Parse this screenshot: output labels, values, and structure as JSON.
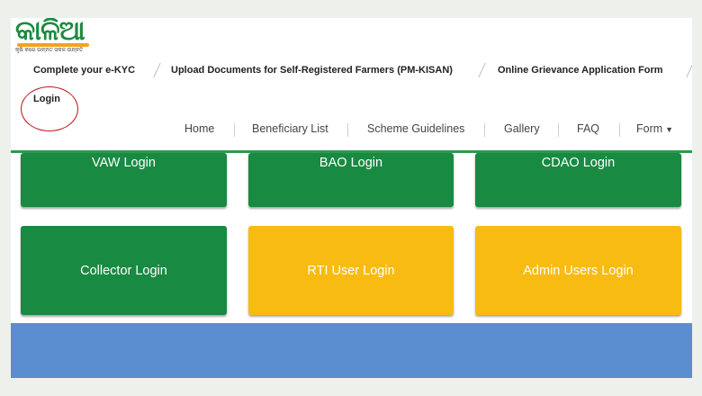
{
  "logo": {
    "text": "କାଳିଆ",
    "tagline": "କୃଷି କରେ ଉନ୍ନତ ସକଳ ଉନ୍ନତି"
  },
  "top_links": [
    "Complete your e-KYC",
    "Upload Documents for Self-Registered Farmers (PM-KISAN)",
    "Online Grievance Application Form"
  ],
  "login_link": "Login",
  "nav": {
    "items": [
      "Home",
      "Beneficiary List",
      "Scheme Guidelines",
      "Gallery",
      "FAQ",
      "Form"
    ]
  },
  "tiles": [
    "VAW Login",
    "BAO Login",
    "CDAO Login",
    "Collector Login",
    "RTI User Login",
    "Admin Users Login"
  ],
  "colors": {
    "green": "#198a42",
    "yellow": "#f7bb12",
    "blue_band": "#5a8ed0",
    "highlight_circle": "#c0141b"
  }
}
